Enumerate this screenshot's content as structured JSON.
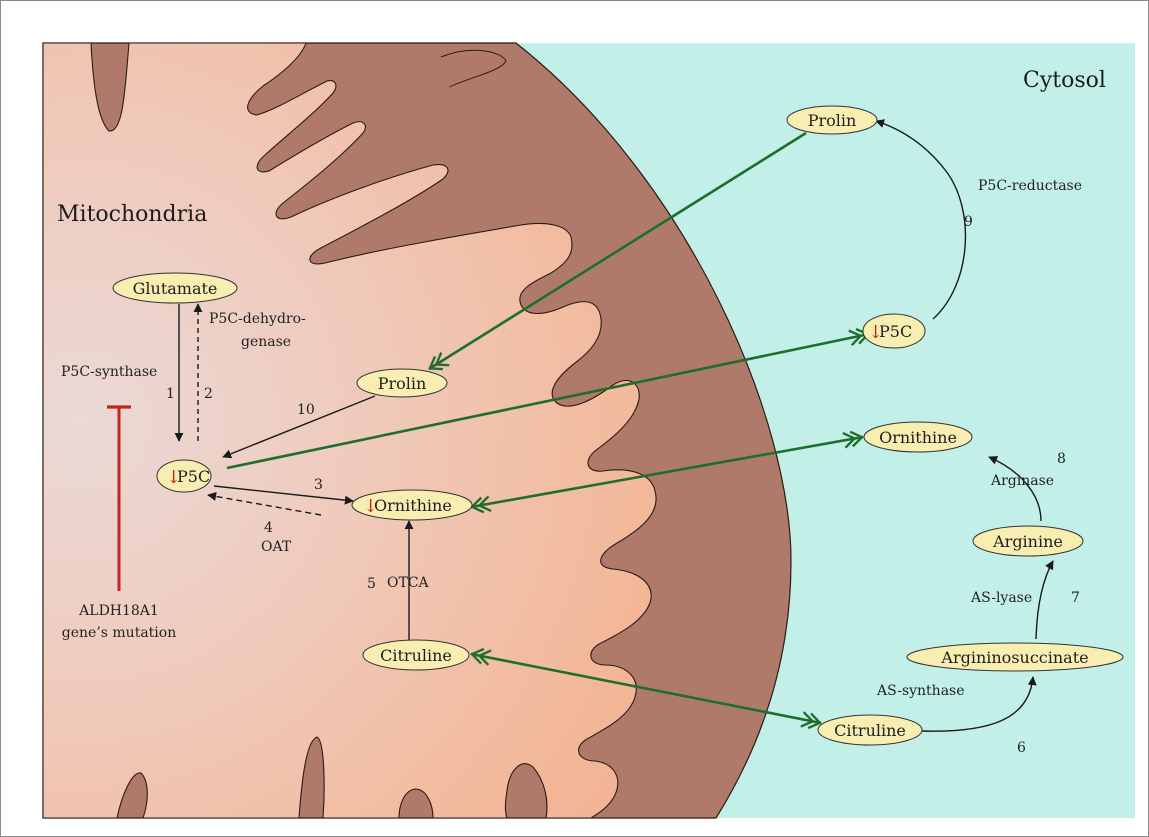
{
  "compartments": {
    "mitochondria": "Mitochondria",
    "cytosol": "Cytosol"
  },
  "nodes": {
    "glutamate": "Glutamate",
    "prolin_mito": "Prolin",
    "p5c_mito": "P5C",
    "ornithine_mito": "Ornithine",
    "citruline_mito": "Citruline",
    "prolin_cyto": "Prolin",
    "p5c_cyto": "P5C",
    "ornithine_cyto": "Ornithine",
    "arginine": "Arginine",
    "argininosuccinate": "Argininosuccinate",
    "citruline_cyto": "Citruline"
  },
  "decrease_marker": "↓",
  "enzymes": {
    "p5c_synthase": "P5C-synthase",
    "p5c_dehydrogenase_1": "P5C-dehydro-",
    "p5c_dehydrogenase_2": "genase",
    "oat": "OAT",
    "otca": "OTCA",
    "p5c_reductase": "P5C-reductase",
    "arginase": "Arginase",
    "as_lyase": "AS-lyase",
    "as_synthase": "AS-synthase"
  },
  "steps": {
    "s1": "1",
    "s2": "2",
    "s3": "3",
    "s4": "4",
    "s5": "5",
    "s6": "6",
    "s7": "7",
    "s8": "8",
    "s9": "9",
    "s10": "10"
  },
  "mutation": {
    "line1": "ALDH18A1",
    "line2": "gene’s mutation"
  },
  "colors": {
    "cytosol_bg": "#c2f0e8",
    "membrane": "#b07a6a",
    "matrix_light": "#ecdcd8",
    "matrix_warm": "#f2b698",
    "node_fill": "#f8eeb2",
    "transport_arrow": "#1f6e2c",
    "inhibition": "#c0281f",
    "decrease_marker": "#c0281f"
  }
}
